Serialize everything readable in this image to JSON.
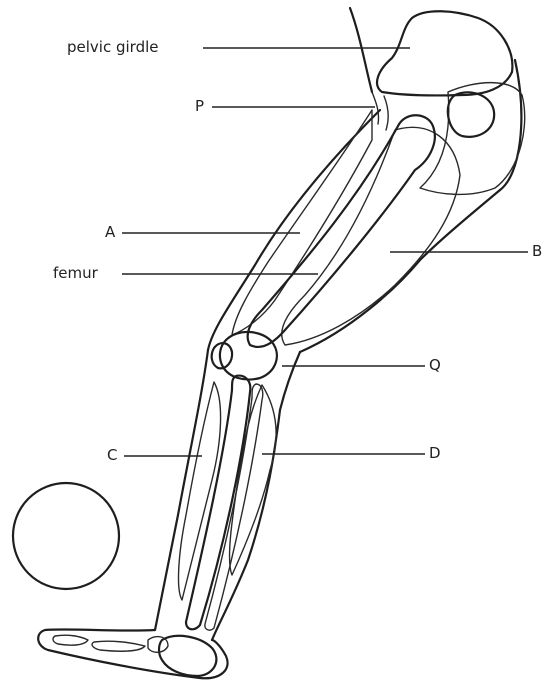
{
  "labels": {
    "pelvic_girdle": "pelvic girdle",
    "p": "P",
    "a": "A",
    "femur": "femur",
    "b": "B",
    "q": "Q",
    "c": "C",
    "d": "D"
  },
  "colors": {
    "ink": "#1e1e1e",
    "stipple_light": "#d4d4d4",
    "stipple_dark": "#b3b3b3",
    "background": "#ffffff"
  }
}
